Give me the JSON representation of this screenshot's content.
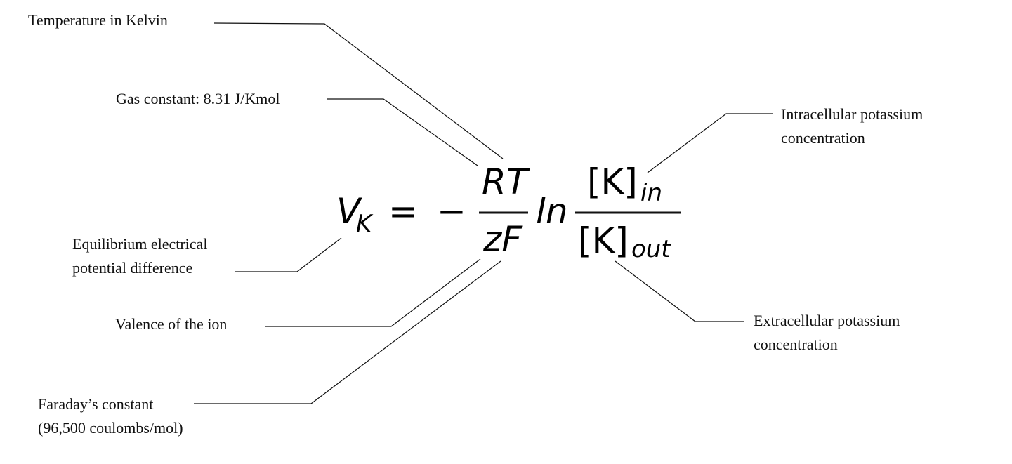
{
  "labels": {
    "temperature": "Temperature in Kelvin",
    "gas_constant": "Gas constant: 8.31 J/Kmol",
    "equilibrium_line1": "Equilibrium electrical",
    "equilibrium_line2": "potential difference",
    "valence": "Valence of the ion",
    "faraday_line1": "Faraday’s constant",
    "faraday_line2": "(96,500 coulombs/mol)",
    "intracellular_line1": "Intracellular potassium",
    "intracellular_line2": "concentration",
    "extracellular_line1": "Extracellular potassium",
    "extracellular_line2": "concentration"
  },
  "equation": {
    "lhs_var": "V",
    "lhs_sub": "K",
    "equals": "=",
    "minus": "−",
    "numerator1": "RT",
    "denominator1": "zF",
    "ln": "ln",
    "num2_base": "[K]",
    "num2_sub": "in",
    "den2_base": "[K]",
    "den2_sub": "out"
  }
}
